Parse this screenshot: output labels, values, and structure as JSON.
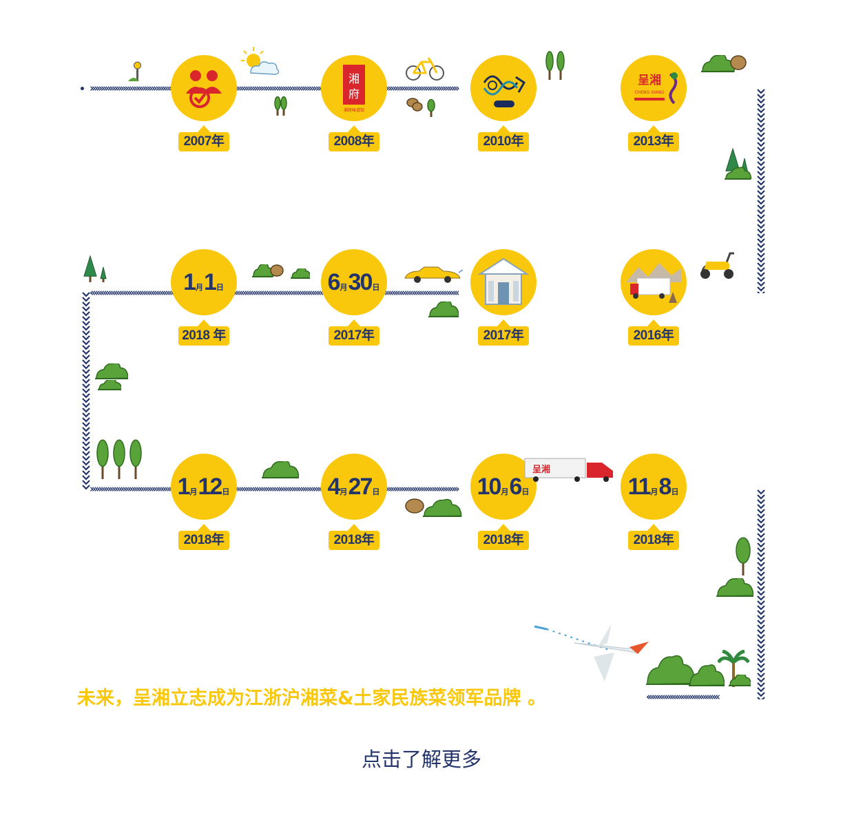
{
  "milestones": [
    {
      "id": "m1",
      "row": 1,
      "year": "2007年",
      "kind": "logo",
      "logo": "people-check-icon"
    },
    {
      "id": "m2",
      "row": 1,
      "year": "2008年",
      "kind": "logo",
      "logo": "xiangfu-seal-logo",
      "logo_text": "湘府",
      "logo_sub": "湘府味道馆"
    },
    {
      "id": "m3",
      "row": 1,
      "year": "2010年",
      "kind": "logo",
      "logo": "dna-brand-logo"
    },
    {
      "id": "m4",
      "row": 1,
      "year": "2013年",
      "kind": "logo",
      "logo": "chengxiang-logo",
      "logo_text": "呈湘",
      "logo_sub": "CHENG XIANG"
    },
    {
      "id": "m5",
      "row": 2,
      "year": "2016年",
      "kind": "logo",
      "logo": "delivery-truck-mountains-icon"
    },
    {
      "id": "m6",
      "row": 2,
      "year": "2017年",
      "kind": "logo",
      "logo": "restaurant-building-icon"
    },
    {
      "id": "m7",
      "row": 2,
      "year": "2017年",
      "kind": "date",
      "month": "6",
      "day": "30"
    },
    {
      "id": "m8",
      "row": 2,
      "year": "2018 年",
      "kind": "date",
      "month": "1",
      "day": "1"
    },
    {
      "id": "m9",
      "row": 3,
      "year": "2018年",
      "kind": "date",
      "month": "1",
      "day": "12"
    },
    {
      "id": "m10",
      "row": 3,
      "year": "2018年",
      "kind": "date",
      "month": "4",
      "day": "27"
    },
    {
      "id": "m11",
      "row": 3,
      "year": "2018年",
      "kind": "date",
      "month": "10",
      "day": "6"
    },
    {
      "id": "m12",
      "row": 3,
      "year": "2018年",
      "kind": "date",
      "month": "11",
      "day": "8"
    }
  ],
  "date_units": {
    "month": "月",
    "day": "日"
  },
  "truck_label": "呈湘",
  "slogan": "未来，呈湘立志成为江浙沪湘菜&土家民族菜领军品牌 。",
  "learn_more": "点击了解更多",
  "colors": {
    "yellow": "#f9c70c",
    "navy": "#23346b",
    "red": "#d9262c",
    "green": "#5aa33a"
  },
  "decorations": [
    "street-lamp-icon",
    "sun-cloud-icon",
    "bicycle-icon",
    "tree-icon",
    "bush-icon",
    "stone-icon",
    "convertible-car-icon",
    "scooter-icon",
    "truck-icon",
    "airplane-icon",
    "palm-tree-icon"
  ]
}
